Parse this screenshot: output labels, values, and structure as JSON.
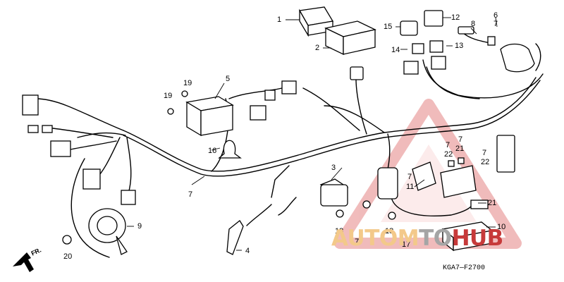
{
  "diagram": {
    "part_numbers": [
      "1",
      "2",
      "3",
      "4",
      "5",
      "6",
      "7",
      "8",
      "9",
      "10",
      "11",
      "12",
      "13",
      "14",
      "15",
      "16",
      "17",
      "18",
      "19",
      "20",
      "21",
      "22"
    ],
    "figure_code": "KGA7—F2700",
    "direction_label": "FR.",
    "watermark": {
      "part1": "AUTOM",
      "part2": "TO",
      "part3": "HUB",
      "colors": [
        "#f3c98a",
        "#a5a5a5",
        "#c73a3a"
      ]
    }
  }
}
